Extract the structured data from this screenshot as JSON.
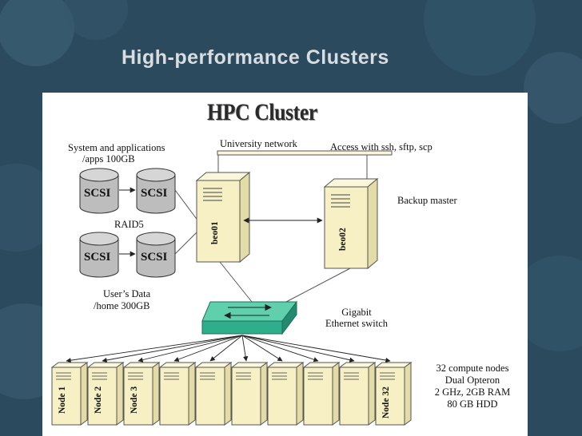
{
  "slide": {
    "title": "High-performance Clusters"
  },
  "diagram": {
    "title": "HPC Cluster",
    "network_label": "University network",
    "access_label": "Access with ssh, sftp, scp",
    "storage_top": [
      "System and applications",
      "/apps  100GB"
    ],
    "raid_label": "RAID5",
    "storage_bottom": [
      "User’s Data",
      "/home  300GB"
    ],
    "disk_label": "SCSI",
    "master_label": "beo01",
    "backup_label": "beo02",
    "backup_caption": "Backup master",
    "switch_caption": [
      "Gigabit",
      "Ethernet switch"
    ],
    "nodes": [
      "Node 1",
      "Node 2",
      "Node 3",
      "",
      "",
      "",
      "",
      "",
      "",
      "Node 32"
    ],
    "nodes_caption": [
      "32 compute nodes",
      "Dual Opteron",
      "2 GHz, 2GB RAM",
      "80 GB HDD"
    ]
  },
  "colors": {
    "background": "#2b4a5e",
    "server_fill": "#f6f0c4",
    "disk_fill": "#bdbdbd",
    "switch_fill": "#2fae8c"
  }
}
